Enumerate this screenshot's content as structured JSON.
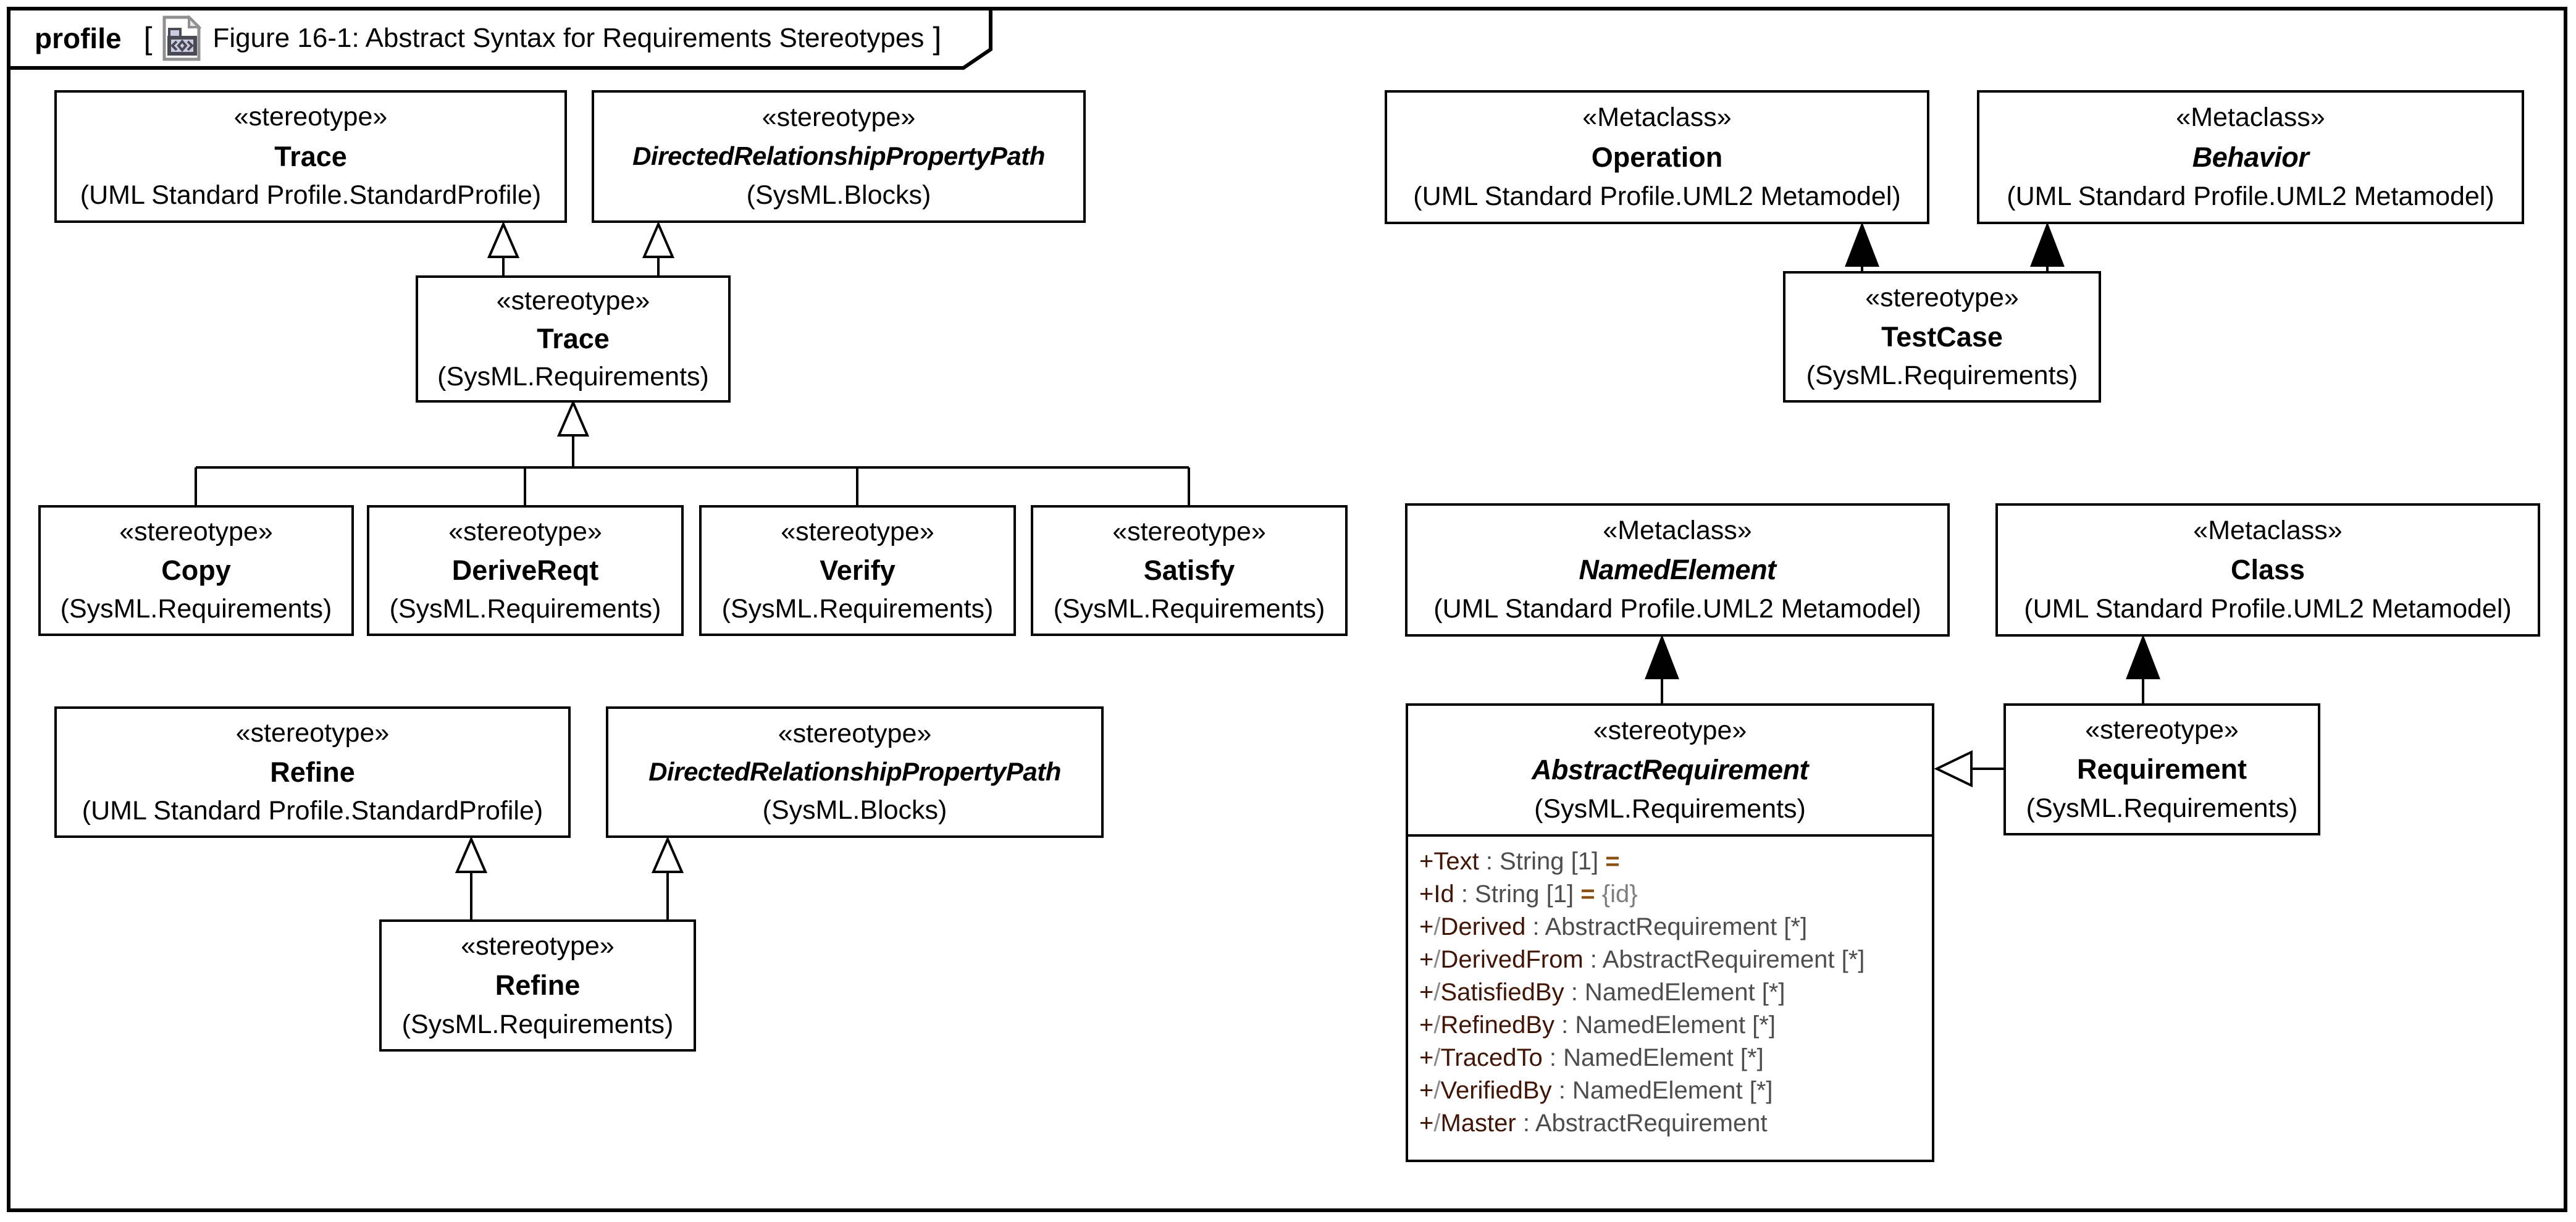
{
  "frame": {
    "kind": "profile",
    "open_bracket": "[",
    "close_bracket": "]",
    "title": "Figure 16-1: Abstract Syntax for Requirements Stereotypes",
    "icon": "profile-diagram-icon"
  },
  "colors": {
    "line": "#000000",
    "attr_name": "#401505",
    "attr_type": "#4d4d4d",
    "attr_slash": "#8a8a8a",
    "attr_equals": "#8a4f10",
    "attr_meta": "#7d7d7d",
    "icon_border": "#909090",
    "icon_inner_border": "#4a4a55",
    "icon_fill": "#c9cde2"
  },
  "nodes": {
    "trace_std": {
      "stereotype": "«stereotype»",
      "name": "Trace",
      "package": "(UML Standard Profile.StandardProfile)"
    },
    "drpp_top": {
      "stereotype": "«stereotype»",
      "name": "DirectedRelationshipPropertyPath",
      "package": "(SysML.Blocks)"
    },
    "trace_req": {
      "stereotype": "«stereotype»",
      "name": "Trace",
      "package": "(SysML.Requirements)"
    },
    "copy": {
      "stereotype": "«stereotype»",
      "name": "Copy",
      "package": "(SysML.Requirements)"
    },
    "derivereqt": {
      "stereotype": "«stereotype»",
      "name": "DeriveReqt",
      "package": "(SysML.Requirements)"
    },
    "verify": {
      "stereotype": "«stereotype»",
      "name": "Verify",
      "package": "(SysML.Requirements)"
    },
    "satisfy": {
      "stereotype": "«stereotype»",
      "name": "Satisfy",
      "package": "(SysML.Requirements)"
    },
    "refine_std": {
      "stereotype": "«stereotype»",
      "name": "Refine",
      "package": "(UML Standard Profile.StandardProfile)"
    },
    "drpp_bottom": {
      "stereotype": "«stereotype»",
      "name": "DirectedRelationshipPropertyPath",
      "package": "(SysML.Blocks)"
    },
    "refine_req": {
      "stereotype": "«stereotype»",
      "name": "Refine",
      "package": "(SysML.Requirements)"
    },
    "operation": {
      "stereotype": "«Metaclass»",
      "name": "Operation",
      "package": "(UML Standard Profile.UML2 Metamodel)"
    },
    "behavior": {
      "stereotype": "«Metaclass»",
      "name": "Behavior",
      "package": "(UML Standard Profile.UML2 Metamodel)"
    },
    "testcase": {
      "stereotype": "«stereotype»",
      "name": "TestCase",
      "package": "(SysML.Requirements)"
    },
    "namedelement": {
      "stereotype": "«Metaclass»",
      "name": "NamedElement",
      "package": "(UML Standard Profile.UML2 Metamodel)"
    },
    "class_meta": {
      "stereotype": "«Metaclass»",
      "name": "Class",
      "package": "(UML Standard Profile.UML2 Metamodel)"
    },
    "abstract_requirement": {
      "stereotype": "«stereotype»",
      "name": "AbstractRequirement",
      "package": "(SysML.Requirements)",
      "attributes": [
        [
          {
            "t": "+Text",
            "r": "name"
          },
          {
            "t": " : String [1] ",
            "r": "type"
          },
          {
            "t": "=",
            "r": "eq"
          }
        ],
        [
          {
            "t": "+Id",
            "r": "name"
          },
          {
            "t": " : String [1] ",
            "r": "type"
          },
          {
            "t": "= ",
            "r": "eq"
          },
          {
            "t": "{id}",
            "r": "meta"
          }
        ],
        [
          {
            "t": "+",
            "r": "name"
          },
          {
            "t": "/",
            "r": "slash"
          },
          {
            "t": "Derived",
            "r": "name"
          },
          {
            "t": " : AbstractRequirement [*]",
            "r": "type"
          }
        ],
        [
          {
            "t": "+",
            "r": "name"
          },
          {
            "t": "/",
            "r": "slash"
          },
          {
            "t": "DerivedFrom",
            "r": "name"
          },
          {
            "t": " : AbstractRequirement [*]",
            "r": "type"
          }
        ],
        [
          {
            "t": "+",
            "r": "name"
          },
          {
            "t": "/",
            "r": "slash"
          },
          {
            "t": "SatisfiedBy",
            "r": "name"
          },
          {
            "t": " : NamedElement [*]",
            "r": "type"
          }
        ],
        [
          {
            "t": "+",
            "r": "name"
          },
          {
            "t": "/",
            "r": "slash"
          },
          {
            "t": "RefinedBy",
            "r": "name"
          },
          {
            "t": " : NamedElement [*]",
            "r": "type"
          }
        ],
        [
          {
            "t": "+",
            "r": "name"
          },
          {
            "t": "/",
            "r": "slash"
          },
          {
            "t": "TracedTo",
            "r": "name"
          },
          {
            "t": " : NamedElement [*]",
            "r": "type"
          }
        ],
        [
          {
            "t": "+",
            "r": "name"
          },
          {
            "t": "/",
            "r": "slash"
          },
          {
            "t": "VerifiedBy",
            "r": "name"
          },
          {
            "t": " : NamedElement [*]",
            "r": "type"
          }
        ],
        [
          {
            "t": "+",
            "r": "name"
          },
          {
            "t": "/",
            "r": "slash"
          },
          {
            "t": "Master",
            "r": "name"
          },
          {
            "t": " : AbstractRequirement",
            "r": "type"
          }
        ]
      ]
    },
    "requirement": {
      "stereotype": "«stereotype»",
      "name": "Requirement",
      "package": "(SysML.Requirements)"
    }
  }
}
